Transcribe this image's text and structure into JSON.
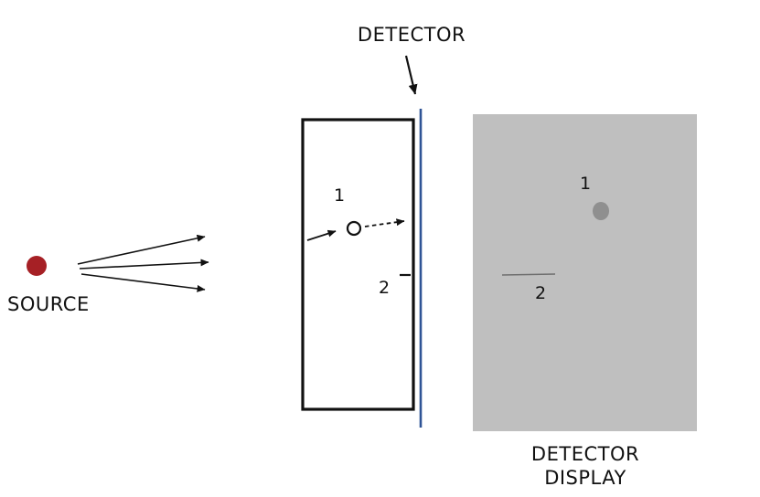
{
  "diagram": {
    "source": {
      "label": "SOURCE",
      "dot_color": "#A62025"
    },
    "detector": {
      "label": "DETECTOR",
      "line_color": "#2F5496"
    },
    "box": {
      "particle_1_label": "1",
      "particle_2_label": "2"
    },
    "display": {
      "caption_line1": "DETECTOR",
      "caption_line2": "DISPLAY",
      "background_color": "#BFBFBF",
      "dot_color": "#8F8F8F",
      "line_color": "#6E6E6E",
      "hit_1_label": "1",
      "hit_2_label": "2"
    }
  }
}
